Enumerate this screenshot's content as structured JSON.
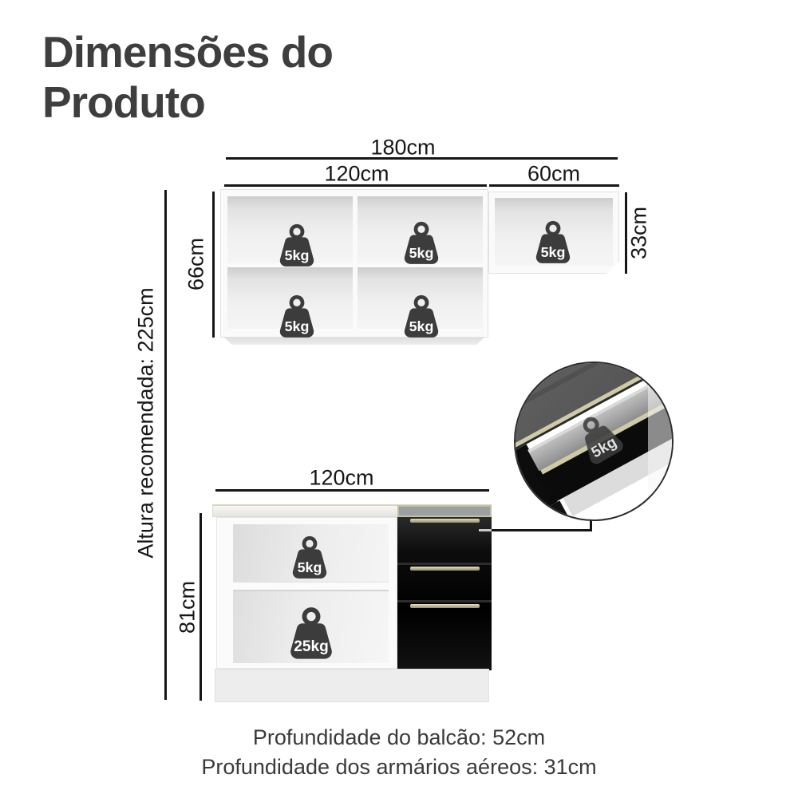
{
  "title": "Dimensões do Produto",
  "dimensions": {
    "top_total_width": "180cm",
    "upper_left_width": "120cm",
    "upper_right_width": "60cm",
    "upper_left_height": "66cm",
    "upper_right_height": "33cm",
    "recommended_height": "Altura recomendada: 225cm",
    "counter_width": "120cm",
    "counter_height": "81cm"
  },
  "weights": {
    "upper_cabinet": [
      "5kg",
      "5kg",
      "5kg",
      "5kg"
    ],
    "upper_right_cabinet": "5kg",
    "counter_top_shelf": "5kg",
    "counter_bottom_shelf": "25kg",
    "drawer_detail": "5kg"
  },
  "footer": {
    "line1": "Profundidade do balcão: 52cm",
    "line2": "Profundidade dos armários aéreos: 31cm"
  },
  "colors": {
    "weight_badge": "#3c3c3c",
    "dimension_line": "#161616",
    "drawer_front": "#0d0d0d",
    "handle_champagne": "#cfc9a8",
    "cabinet_white": "#fafafa"
  }
}
